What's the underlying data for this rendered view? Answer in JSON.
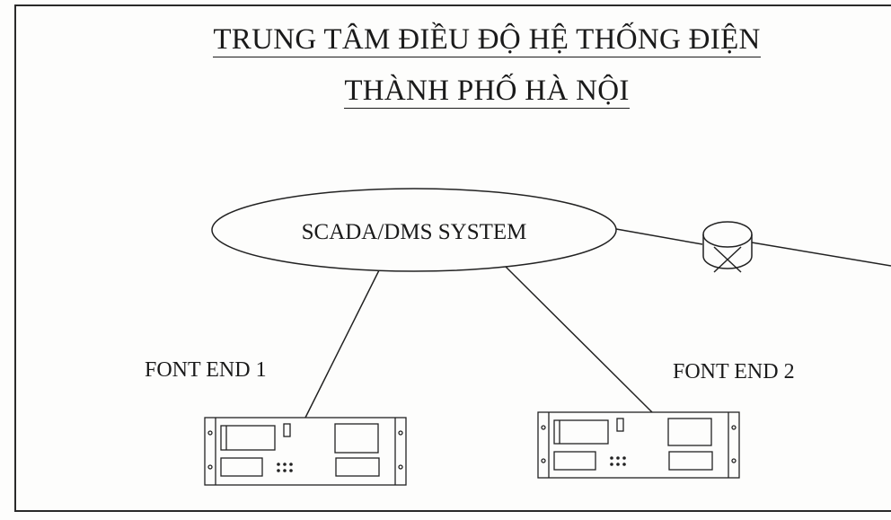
{
  "header": {
    "title_line_1": "TRUNG TÂM ĐIỀU ĐỘ HỆ THỐNG ĐIỆN",
    "title_line_2": "THÀNH PHỐ HÀ NỘI"
  },
  "diagram": {
    "system_node": {
      "label": "SCADA/DMS SYSTEM"
    },
    "front_ends": [
      {
        "label": "FONT END 1"
      },
      {
        "label": "FONT END 2"
      }
    ],
    "link_device": {
      "icon": "router-icon"
    }
  }
}
